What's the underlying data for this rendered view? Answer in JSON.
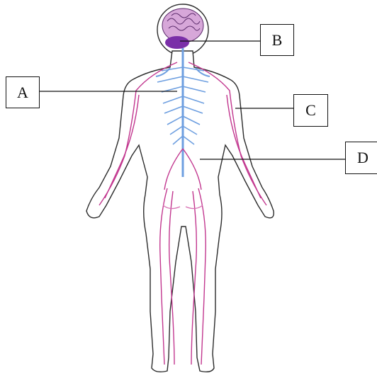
{
  "labels": {
    "a": "A",
    "b": "B",
    "c": "C",
    "d": "D"
  },
  "colors": {
    "outline": "#2b2b2b",
    "nerve": "#c2378f",
    "nerve_light": "#d873b4",
    "spinal": "#6e9fe0",
    "brain": "#d7a7d9",
    "cerebellum": "#7a2fa8",
    "leader": "#111111"
  }
}
